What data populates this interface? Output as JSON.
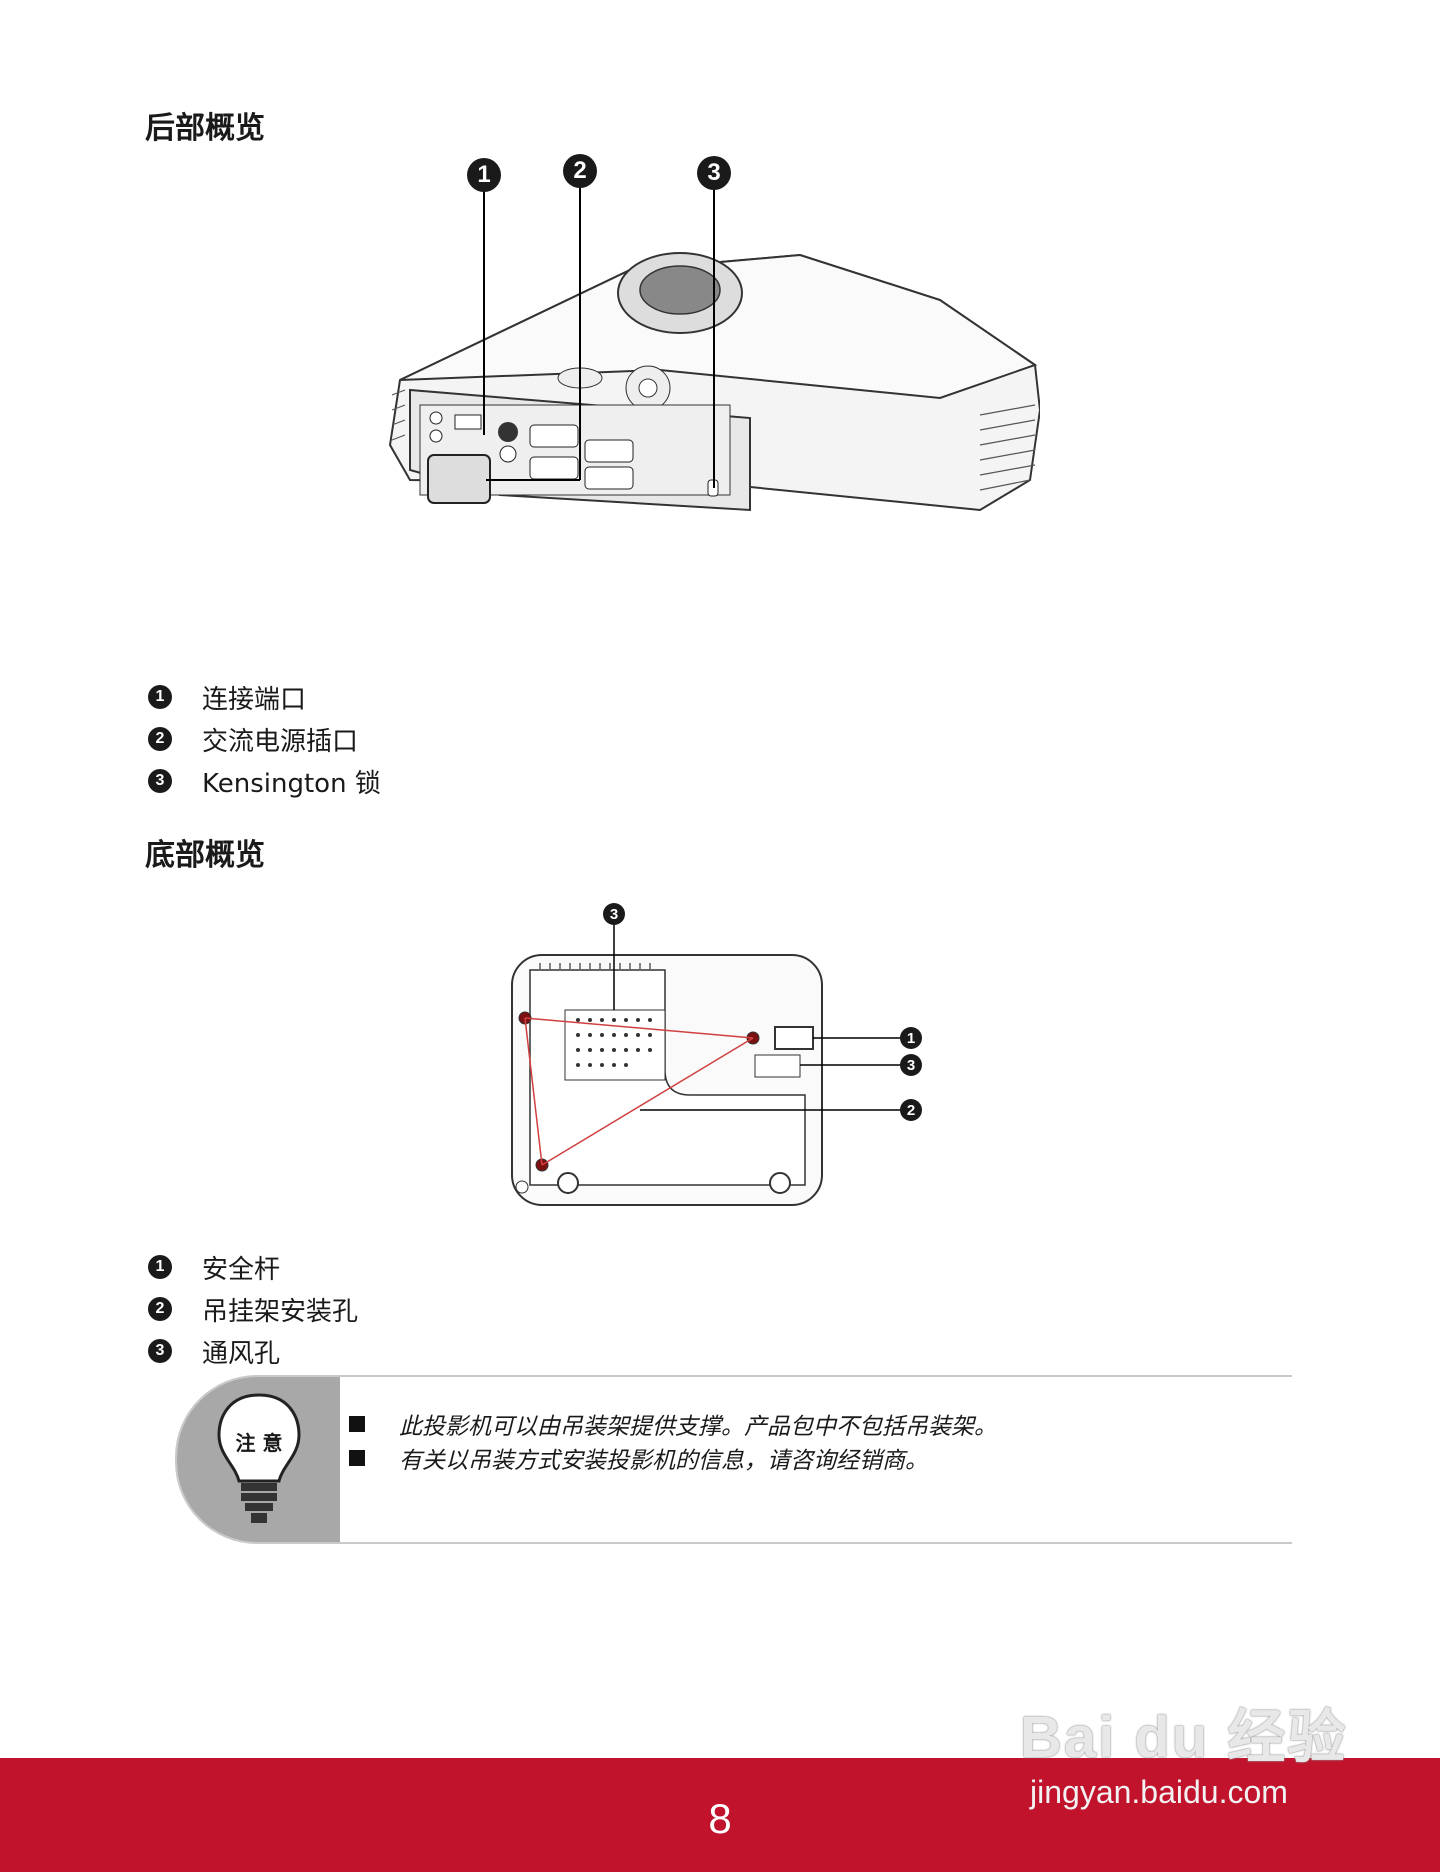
{
  "sections": {
    "rear": {
      "title": "后部概览",
      "callouts": [
        "1",
        "2",
        "3"
      ],
      "items": [
        {
          "num": "1",
          "label": "连接端口"
        },
        {
          "num": "2",
          "label": "交流电源插口"
        },
        {
          "num": "3",
          "label": "Kensington 锁"
        }
      ]
    },
    "bottom": {
      "title": "底部概览",
      "callouts": [
        "3",
        "1",
        "3",
        "2"
      ],
      "items": [
        {
          "num": "1",
          "label": "安全杆"
        },
        {
          "num": "2",
          "label": "吊挂架安装孔"
        },
        {
          "num": "3",
          "label": "通风孔"
        }
      ]
    }
  },
  "note": {
    "badge": "注 意",
    "lines": [
      "此投影机可以由吊装架提供支撑。产品包中不包括吊装架。",
      "有关以吊装方式安装投影机的信息，请咨询经销商。"
    ]
  },
  "footer": {
    "page_number": "8",
    "color": "#c1132c"
  },
  "watermark": {
    "brand": "Bai du 经验",
    "url": "jingyan.baidu.com"
  }
}
